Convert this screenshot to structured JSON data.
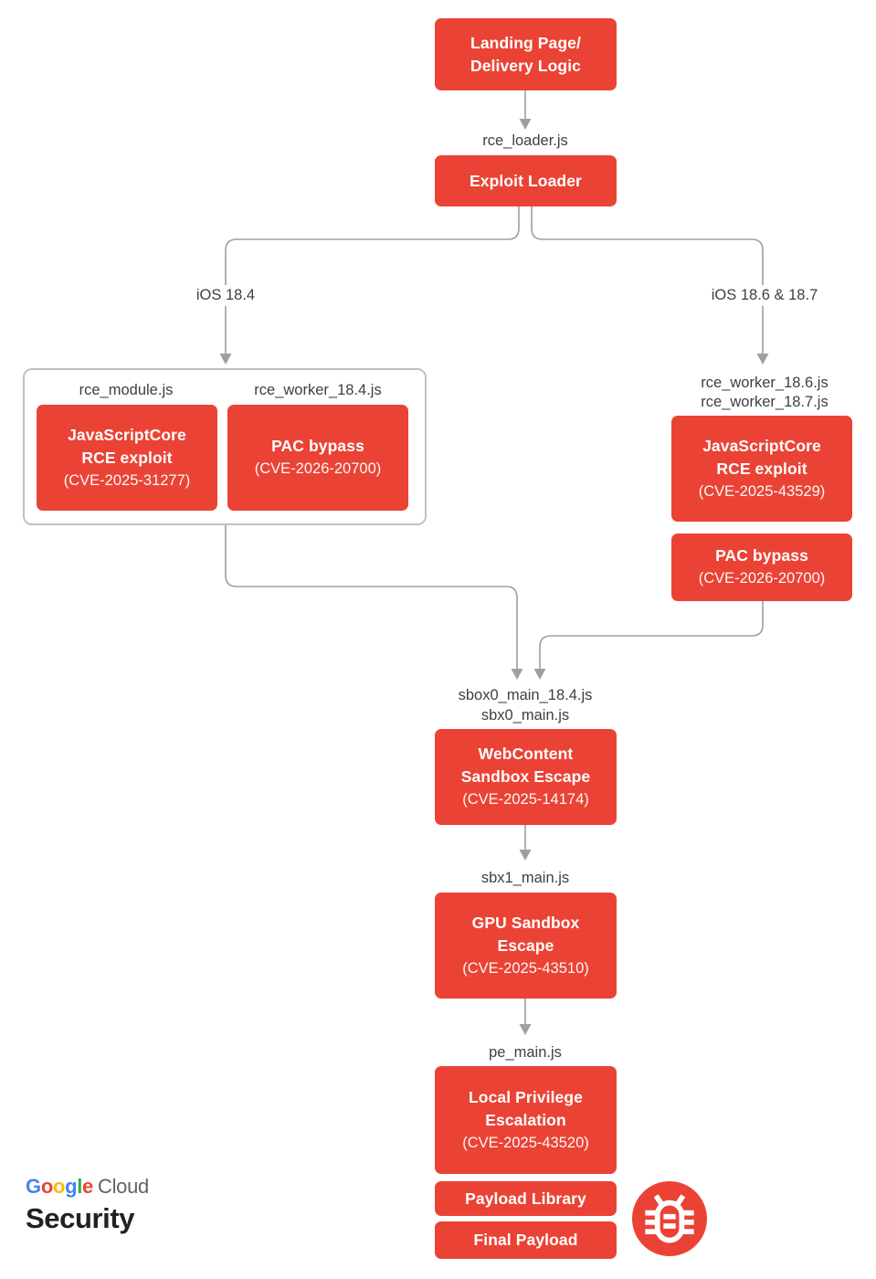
{
  "colors": {
    "box_red": "#EA4335",
    "line_gray": "#9AA0A6",
    "label_text": "#3C4043",
    "group_border": "#BDC1C6",
    "google_blue": "#4285F4",
    "google_red": "#EA4335",
    "google_yellow": "#FBBC04",
    "google_green": "#34A853"
  },
  "flow": {
    "landing": {
      "lines": [
        "Landing Page/",
        "Delivery Logic"
      ]
    },
    "rce_loader_label": "rce_loader.js",
    "exploit_loader": {
      "lines": [
        "Exploit Loader"
      ]
    },
    "branch_left_label": "iOS 18.4",
    "branch_right_label": "iOS 18.6 & 18.7",
    "group_184": {
      "module_label": "rce_module.js",
      "worker_label": "rce_worker_18.4.js",
      "jsc": {
        "lines": [
          "JavaScriptCore",
          "RCE exploit"
        ],
        "cve": "(CVE-2025-31277)"
      },
      "pac": {
        "lines": [
          "PAC bypass"
        ],
        "cve": "(CVE-2026-20700)"
      }
    },
    "stack_186": {
      "worker_label_1": "rce_worker_18.6.js",
      "worker_label_2": "rce_worker_18.7.js",
      "jsc": {
        "lines": [
          "JavaScriptCore",
          "RCE exploit"
        ],
        "cve": "(CVE-2025-43529)"
      },
      "pac": {
        "lines": [
          "PAC bypass"
        ],
        "cve": "(CVE-2026-20700)"
      }
    },
    "sbox0_label_1": "sbox0_main_18.4.js",
    "sbox0_label_2": "sbx0_main.js",
    "webcontent": {
      "lines": [
        "WebContent",
        "Sandbox Escape"
      ],
      "cve": "(CVE-2025-14174)"
    },
    "sbx1_label": "sbx1_main.js",
    "gpu": {
      "lines": [
        "GPU Sandbox",
        "Escape"
      ],
      "cve": "(CVE-2025-43510)"
    },
    "pe_label": "pe_main.js",
    "lpe": {
      "lines": [
        "Local Privilege",
        "Escalation"
      ],
      "cve": "(CVE-2025-43520)"
    },
    "payload_library": {
      "lines": [
        "Payload Library"
      ]
    },
    "final_payload": {
      "lines": [
        "Final Payload"
      ]
    }
  },
  "branding": {
    "google_letters": [
      {
        "ch": "G",
        "style": "color:#4285F4"
      },
      {
        "ch": "o",
        "style": "color:#EA4335"
      },
      {
        "ch": "o",
        "style": "color:#FBBC04"
      },
      {
        "ch": "g",
        "style": "color:#4285F4"
      },
      {
        "ch": "l",
        "style": "color:#34A853"
      },
      {
        "ch": "e",
        "style": "color:#EA4335"
      }
    ],
    "cloud": "Cloud",
    "security": "Security"
  },
  "icons": {
    "bug": "bug-icon"
  }
}
